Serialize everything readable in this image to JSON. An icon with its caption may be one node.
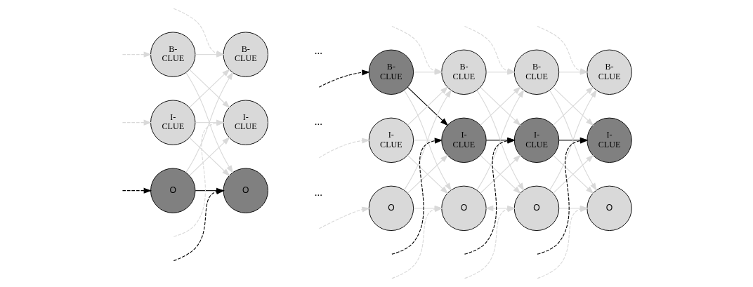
{
  "diagram": {
    "nodes": [
      {
        "text": [
          "B- CLUE"
        ]
      },
      {
        "text": [
          "I- CLUE"
        ]
      },
      {
        "text": [
          "O"
        ]
      },
      {
        "text": [
          "B- CLUE"
        ]
      },
      {
        "text": [
          "I- CLUE"
        ]
      },
      {
        "text": [
          "O"
        ]
      },
      {
        "text": [
          "B- CLUE"
        ]
      },
      {
        "text": [
          "I- CLUE"
        ]
      },
      {
        "text": [
          "O"
        ]
      },
      {
        "text": [
          "B- CLUE"
        ]
      },
      {
        "text": [
          "I- CLUE"
        ]
      },
      {
        "text": [
          "O"
        ]
      },
      {
        "text": [
          "B- CLUE"
        ]
      },
      {
        "text": [
          "I- CLUE"
        ]
      },
      {
        "text": [
          "O"
        ]
      },
      {
        "text": [
          "B- CLUE"
        ]
      },
      {
        "text": [
          "I- CLUE"
        ]
      },
      {
        "text": [
          "O"
        ]
      }
    ],
    "edges": [
      {
        "from": 0,
        "to": 3,
        "arrow": "to"
      },
      {
        "from": 0,
        "to": 4,
        "arrow": "to"
      },
      {
        "from": 0,
        "to": 5,
        "arrow": "to"
      },
      {
        "from": 1,
        "to": 3,
        "arrow": "to"
      },
      {
        "from": 1,
        "to": 4,
        "arrow": "to"
      },
      {
        "from": 1,
        "to": 5,
        "arrow": "to"
      },
      {
        "from": 2,
        "to": 3,
        "arrow": "to"
      },
      {
        "from": 2,
        "to": 4,
        "arrow": "to"
      },
      {
        "from": 2,
        "to": 5,
        "arrow": "to",
        "color": "#000000"
      },
      {
        "from": 6,
        "to": 9,
        "arrow": "to"
      },
      {
        "from": 6,
        "to": 10,
        "arrow": "to",
        "color": "#000000"
      },
      {
        "from": 6,
        "to": 11,
        "arrow": "to"
      },
      {
        "from": 7,
        "to": 9,
        "arrow": "to"
      },
      {
        "from": 7,
        "to": 10,
        "arrow": "to"
      },
      {
        "from": 7,
        "to": 11,
        "arrow": "to"
      },
      {
        "from": 8,
        "to": 9,
        "arrow": "to"
      },
      {
        "from": 8,
        "to": 10,
        "arrow": "to"
      },
      {
        "from": 8,
        "to": 11,
        "arrow": "to"
      },
      {
        "from": 9,
        "to": 12,
        "arrow": "to"
      },
      {
        "from": 9,
        "to": 13,
        "arrow": "to"
      },
      {
        "from": 9,
        "to": 14,
        "arrow": "to"
      },
      {
        "from": 10,
        "to": 12,
        "arrow": "to"
      },
      {
        "from": 10,
        "to": 13,
        "arrow": "to",
        "color": "#000000"
      },
      {
        "from": 10,
        "to": 14,
        "arrow": "to"
      },
      {
        "from": 11,
        "to": 12,
        "arrow": "to"
      },
      {
        "from": 11,
        "to": 13,
        "arrow": "to"
      },
      {
        "from": 11,
        "to": 14,
        "arrow": "both"
      },
      {
        "from": 12,
        "to": 15,
        "arrow": "to"
      },
      {
        "from": 12,
        "to": 16,
        "arrow": "to"
      },
      {
        "from": 12,
        "to": 17,
        "arrow": "to"
      },
      {
        "from": 13,
        "to": 15,
        "arrow": "to"
      },
      {
        "from": 13,
        "to": 16,
        "arrow": "to",
        "color": "#000000"
      },
      {
        "from": 13,
        "to": 17,
        "arrow": "to"
      },
      {
        "from": 14,
        "to": 15,
        "arrow": "to"
      },
      {
        "from": 14,
        "to": 16,
        "arrow": "to"
      },
      {
        "from": 14,
        "to": 17,
        "arrow": "to"
      },
      {
        "from": null,
        "to": 0,
        "arrow": "to",
        "style": "dashed"
      },
      {
        "from": null,
        "to": 1,
        "arrow": "to",
        "style": "dashed"
      },
      {
        "from": null,
        "to": 2,
        "arrow": "to",
        "style": "dashed",
        "color": "#000000"
      },
      {
        "from": null,
        "to": 3,
        "arrow": "to",
        "style": "dashed"
      },
      {
        "from": null,
        "to": 4,
        "arrow": "to",
        "style": "dashed"
      },
      {
        "from": null,
        "to": 5,
        "arrow": "to",
        "style": "dashed",
        "color": "#000000"
      },
      {
        "from": null,
        "to": 6,
        "arrow": "to",
        "style": "dashed",
        "color": "#000000"
      },
      {
        "from": null,
        "to": 7,
        "arrow": "to",
        "style": "dashed"
      },
      {
        "from": null,
        "to": 8,
        "arrow": "to",
        "style": "dashed"
      },
      {
        "from": null,
        "to": 9,
        "arrow": "to",
        "style": "dashed"
      },
      {
        "from": null,
        "to": 10,
        "arrow": "to",
        "style": "dashed",
        "color": "#000000"
      },
      {
        "from": null,
        "to": 11,
        "arrow": "to",
        "style": "dashed"
      },
      {
        "from": null,
        "to": 12,
        "arrow": "to",
        "style": "dashed"
      },
      {
        "from": null,
        "to": 13,
        "arrow": "to",
        "style": "dashed",
        "color": "#000000"
      },
      {
        "from": null,
        "to": 14,
        "arrow": "to",
        "style": "dashed"
      },
      {
        "from": null,
        "to": 15,
        "arrow": "to",
        "style": "dashed"
      },
      {
        "from": null,
        "to": 16,
        "arrow": "to",
        "style": "dashed",
        "color": "#000000"
      },
      {
        "from": null,
        "to": 17,
        "arrow": "to",
        "style": "dashed"
      }
    ],
    "labels": [
      "...",
      "...",
      "..."
    ]
  }
}
